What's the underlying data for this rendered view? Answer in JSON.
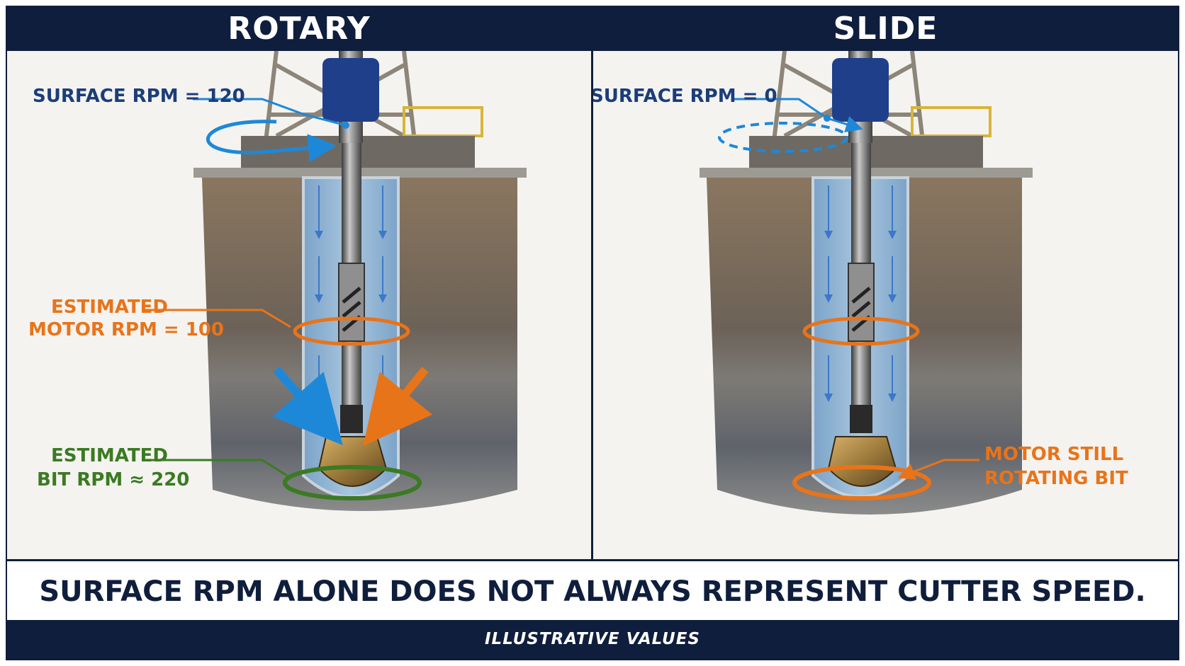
{
  "rotary": {
    "title": "ROTARY",
    "surface_label": "SURFACE RPM = 120",
    "motor_label_line1": "ESTIMATED",
    "motor_label_line2": "MOTOR RPM = 100",
    "bit_label_line1": "ESTIMATED",
    "bit_label_line2": "BIT RPM ≈ 220"
  },
  "slide": {
    "title": "SLIDE",
    "surface_label": "SURFACE RPM = 0",
    "motor_label_line1": "MOTOR STILL",
    "motor_label_line2": "ROTATING BIT"
  },
  "caption": "SURFACE RPM ALONE DOES NOT ALWAYS REPRESENT CUTTER SPEED.",
  "footer": "ILLUSTRATIVE VALUES",
  "colors": {
    "navy": "#0f1e3c",
    "surface_blue": "#1e88d8",
    "motor_orange": "#e8741a",
    "bit_green": "#3b7a23"
  }
}
